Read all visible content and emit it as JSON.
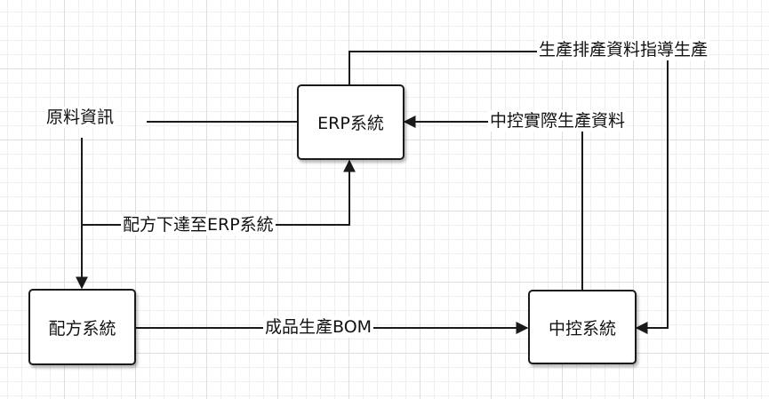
{
  "nodes": {
    "erp": "ERP系統",
    "formula": "配方系統",
    "control": "中控系統"
  },
  "labels": {
    "material_info": "原料資訊",
    "schedule": "生產排產資料指導生產",
    "actual": "中控實際生產資料",
    "formula_to_erp": "配方下達至ERP系統",
    "bom": "成品生產BOM"
  },
  "colors": {
    "line": "#1a1a1a",
    "grid": "#dedede"
  }
}
